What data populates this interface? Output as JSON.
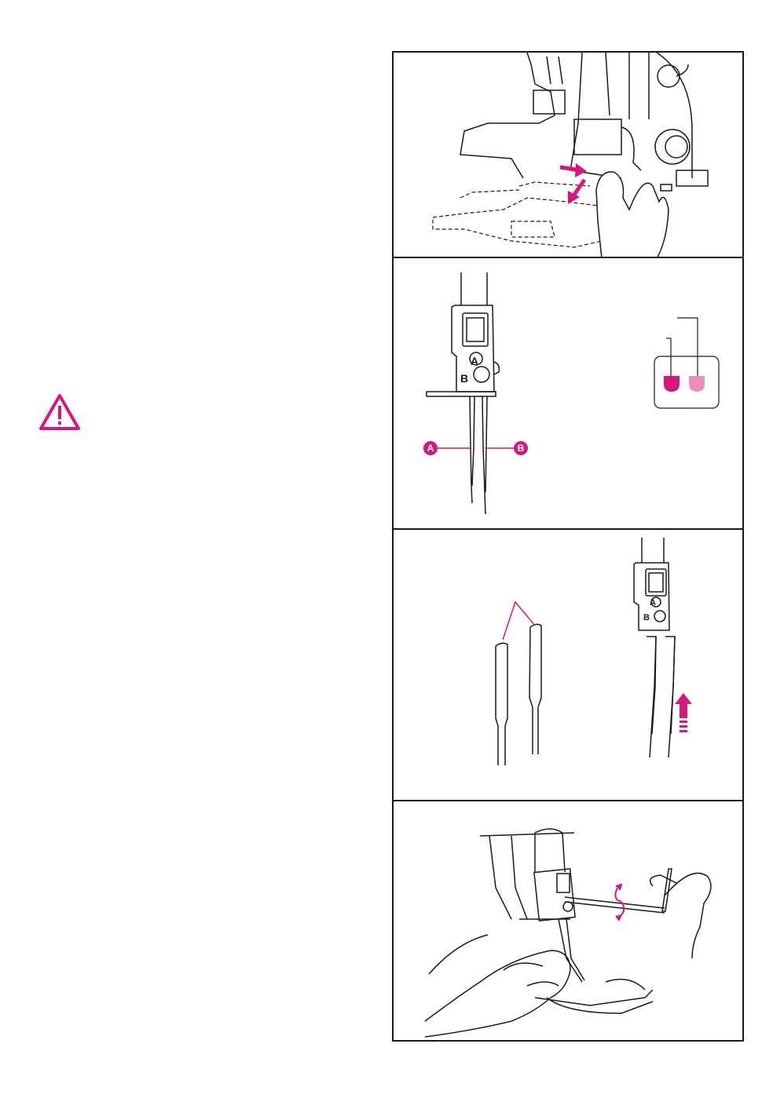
{
  "warning_icon": {
    "color": "#d6177f",
    "name": "warning-triangle-icon"
  },
  "accent_color": "#d6177f",
  "accent_light": "#ec8fb7",
  "panels": [
    {
      "name": "remove-presser-foot-illustration"
    },
    {
      "name": "needle-positions-illustration",
      "callouts": {
        "a": "A",
        "b": "B"
      },
      "clamp_letters": {
        "a": "A",
        "b": "B"
      }
    },
    {
      "name": "needle-flat-side-insert-illustration",
      "clamp_letters": {
        "a": "A",
        "b": "B"
      }
    },
    {
      "name": "tighten-needle-screw-illustration"
    }
  ]
}
